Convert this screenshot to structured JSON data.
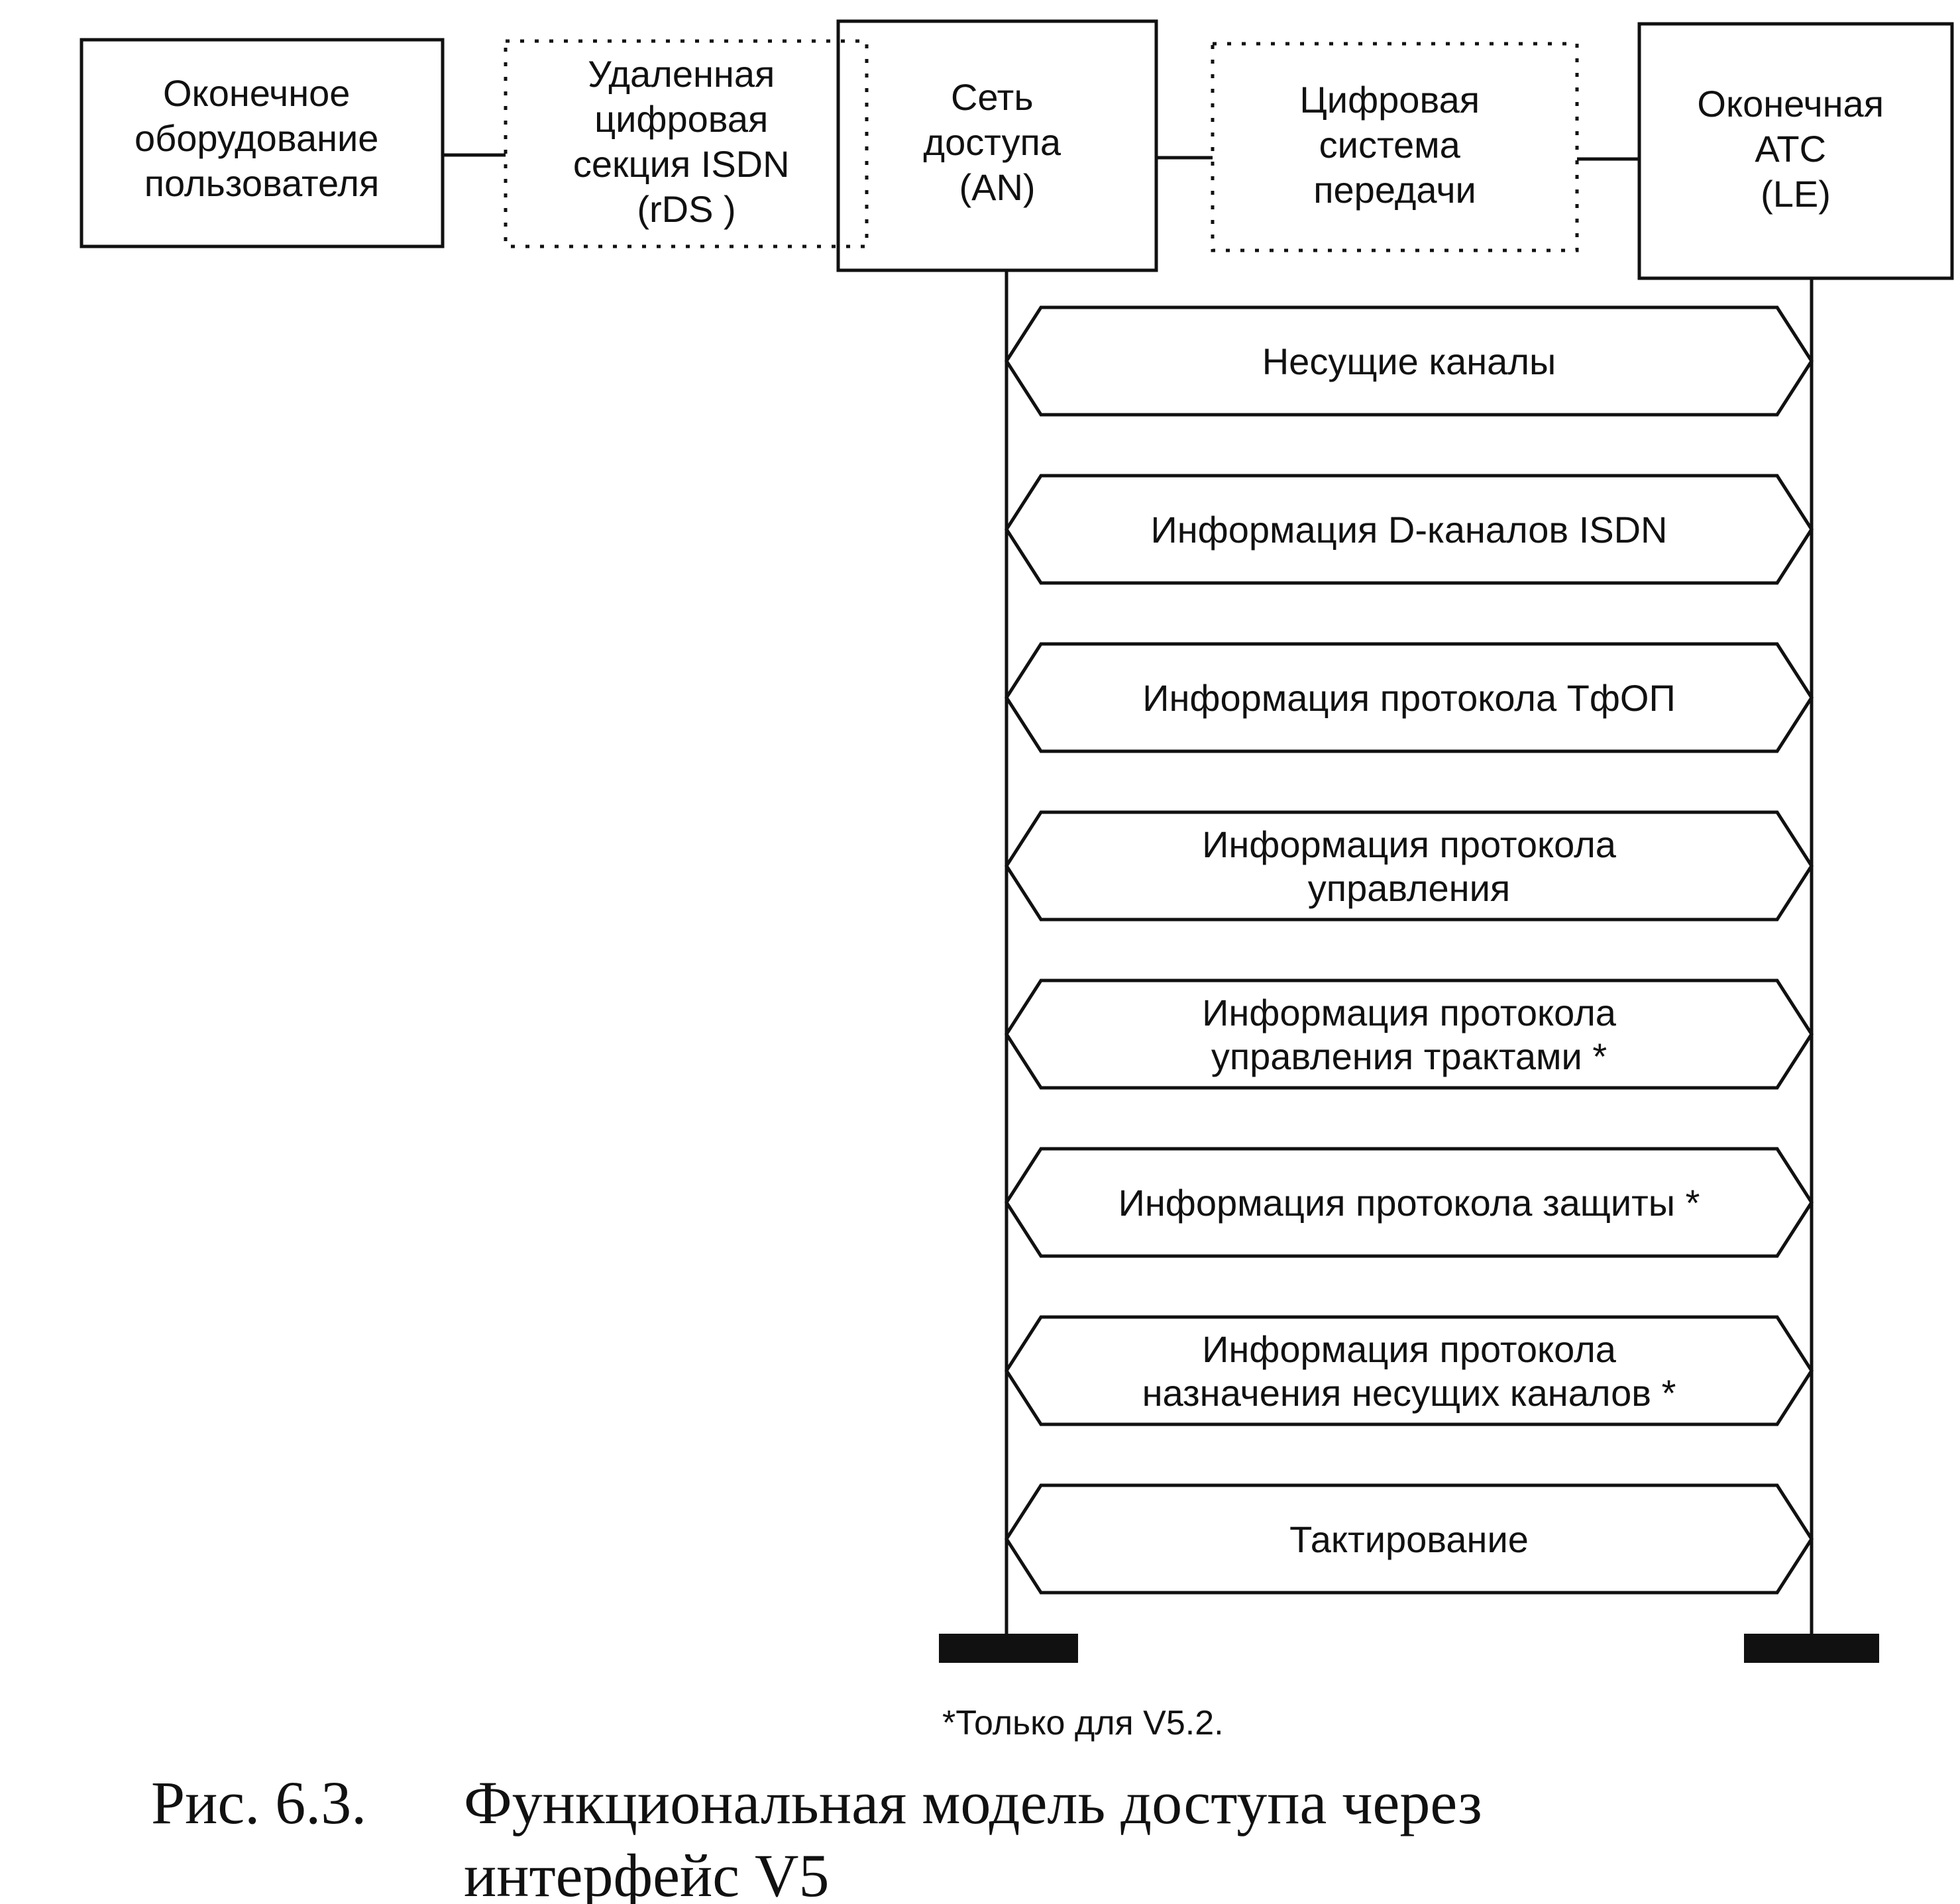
{
  "boxes": {
    "user_equipment": [
      "Оконечное",
      "оборудование",
      "пользователя"
    ],
    "remote_section": [
      "Удаленная",
      "цифровая",
      "секция ISDN",
      "(rDS )"
    ],
    "access_network": [
      "Сеть",
      "доступа",
      "(AN)"
    ],
    "transmission_system": [
      "Цифровая",
      "система",
      "передачи"
    ],
    "local_exchange": [
      "Оконечная",
      "АТС",
      "(LE)"
    ]
  },
  "channels": [
    [
      "Несущие каналы"
    ],
    [
      "Информация D-каналов ISDN"
    ],
    [
      "Информация протокола ТфОП"
    ],
    [
      "Информация протокола",
      "управления"
    ],
    [
      "Информация протокола",
      "управления трактами *"
    ],
    [
      "Информация протокола защиты *"
    ],
    [
      "Информация протокола",
      "назначения несущих каналов *"
    ],
    [
      "Тактирование"
    ]
  ],
  "footnote": "*Только для V5.2.",
  "caption": {
    "number": "Рис. 6.3.",
    "line1": "Функциональная модель доступа через",
    "line2": "интерфейс V5"
  },
  "colors": {
    "ink": "#111111",
    "background": "#ffffff"
  }
}
